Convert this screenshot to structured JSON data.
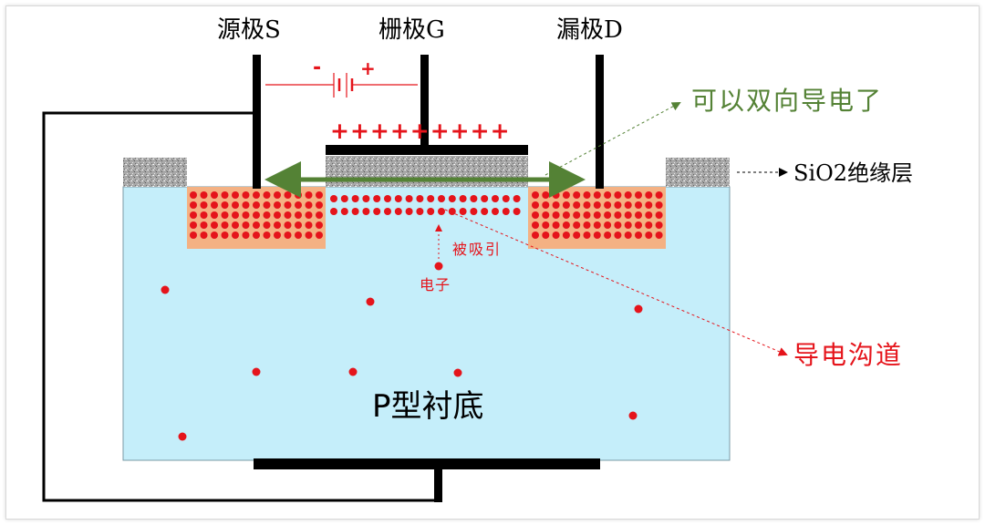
{
  "terminals": {
    "source": "源极S",
    "gate": "栅极G",
    "drain": "漏极D"
  },
  "battery": {
    "negative": "-",
    "positive": "+"
  },
  "gate_charges": "+++++++++",
  "labels": {
    "bidirectional": "可以双向导电了",
    "oxide": "SiO2绝缘层",
    "attracted": "被吸引",
    "electron": "电子",
    "channel": "导电沟道",
    "substrate": "P型衬底"
  },
  "colors": {
    "substrate": "#c5eefa",
    "n_region": "#f4b183",
    "electron": "#e5141b",
    "oxide": "#b5b5b5",
    "metal": "#000000",
    "arrow_green": "#548235",
    "label_green": "#548235",
    "label_red": "#e5141b"
  }
}
